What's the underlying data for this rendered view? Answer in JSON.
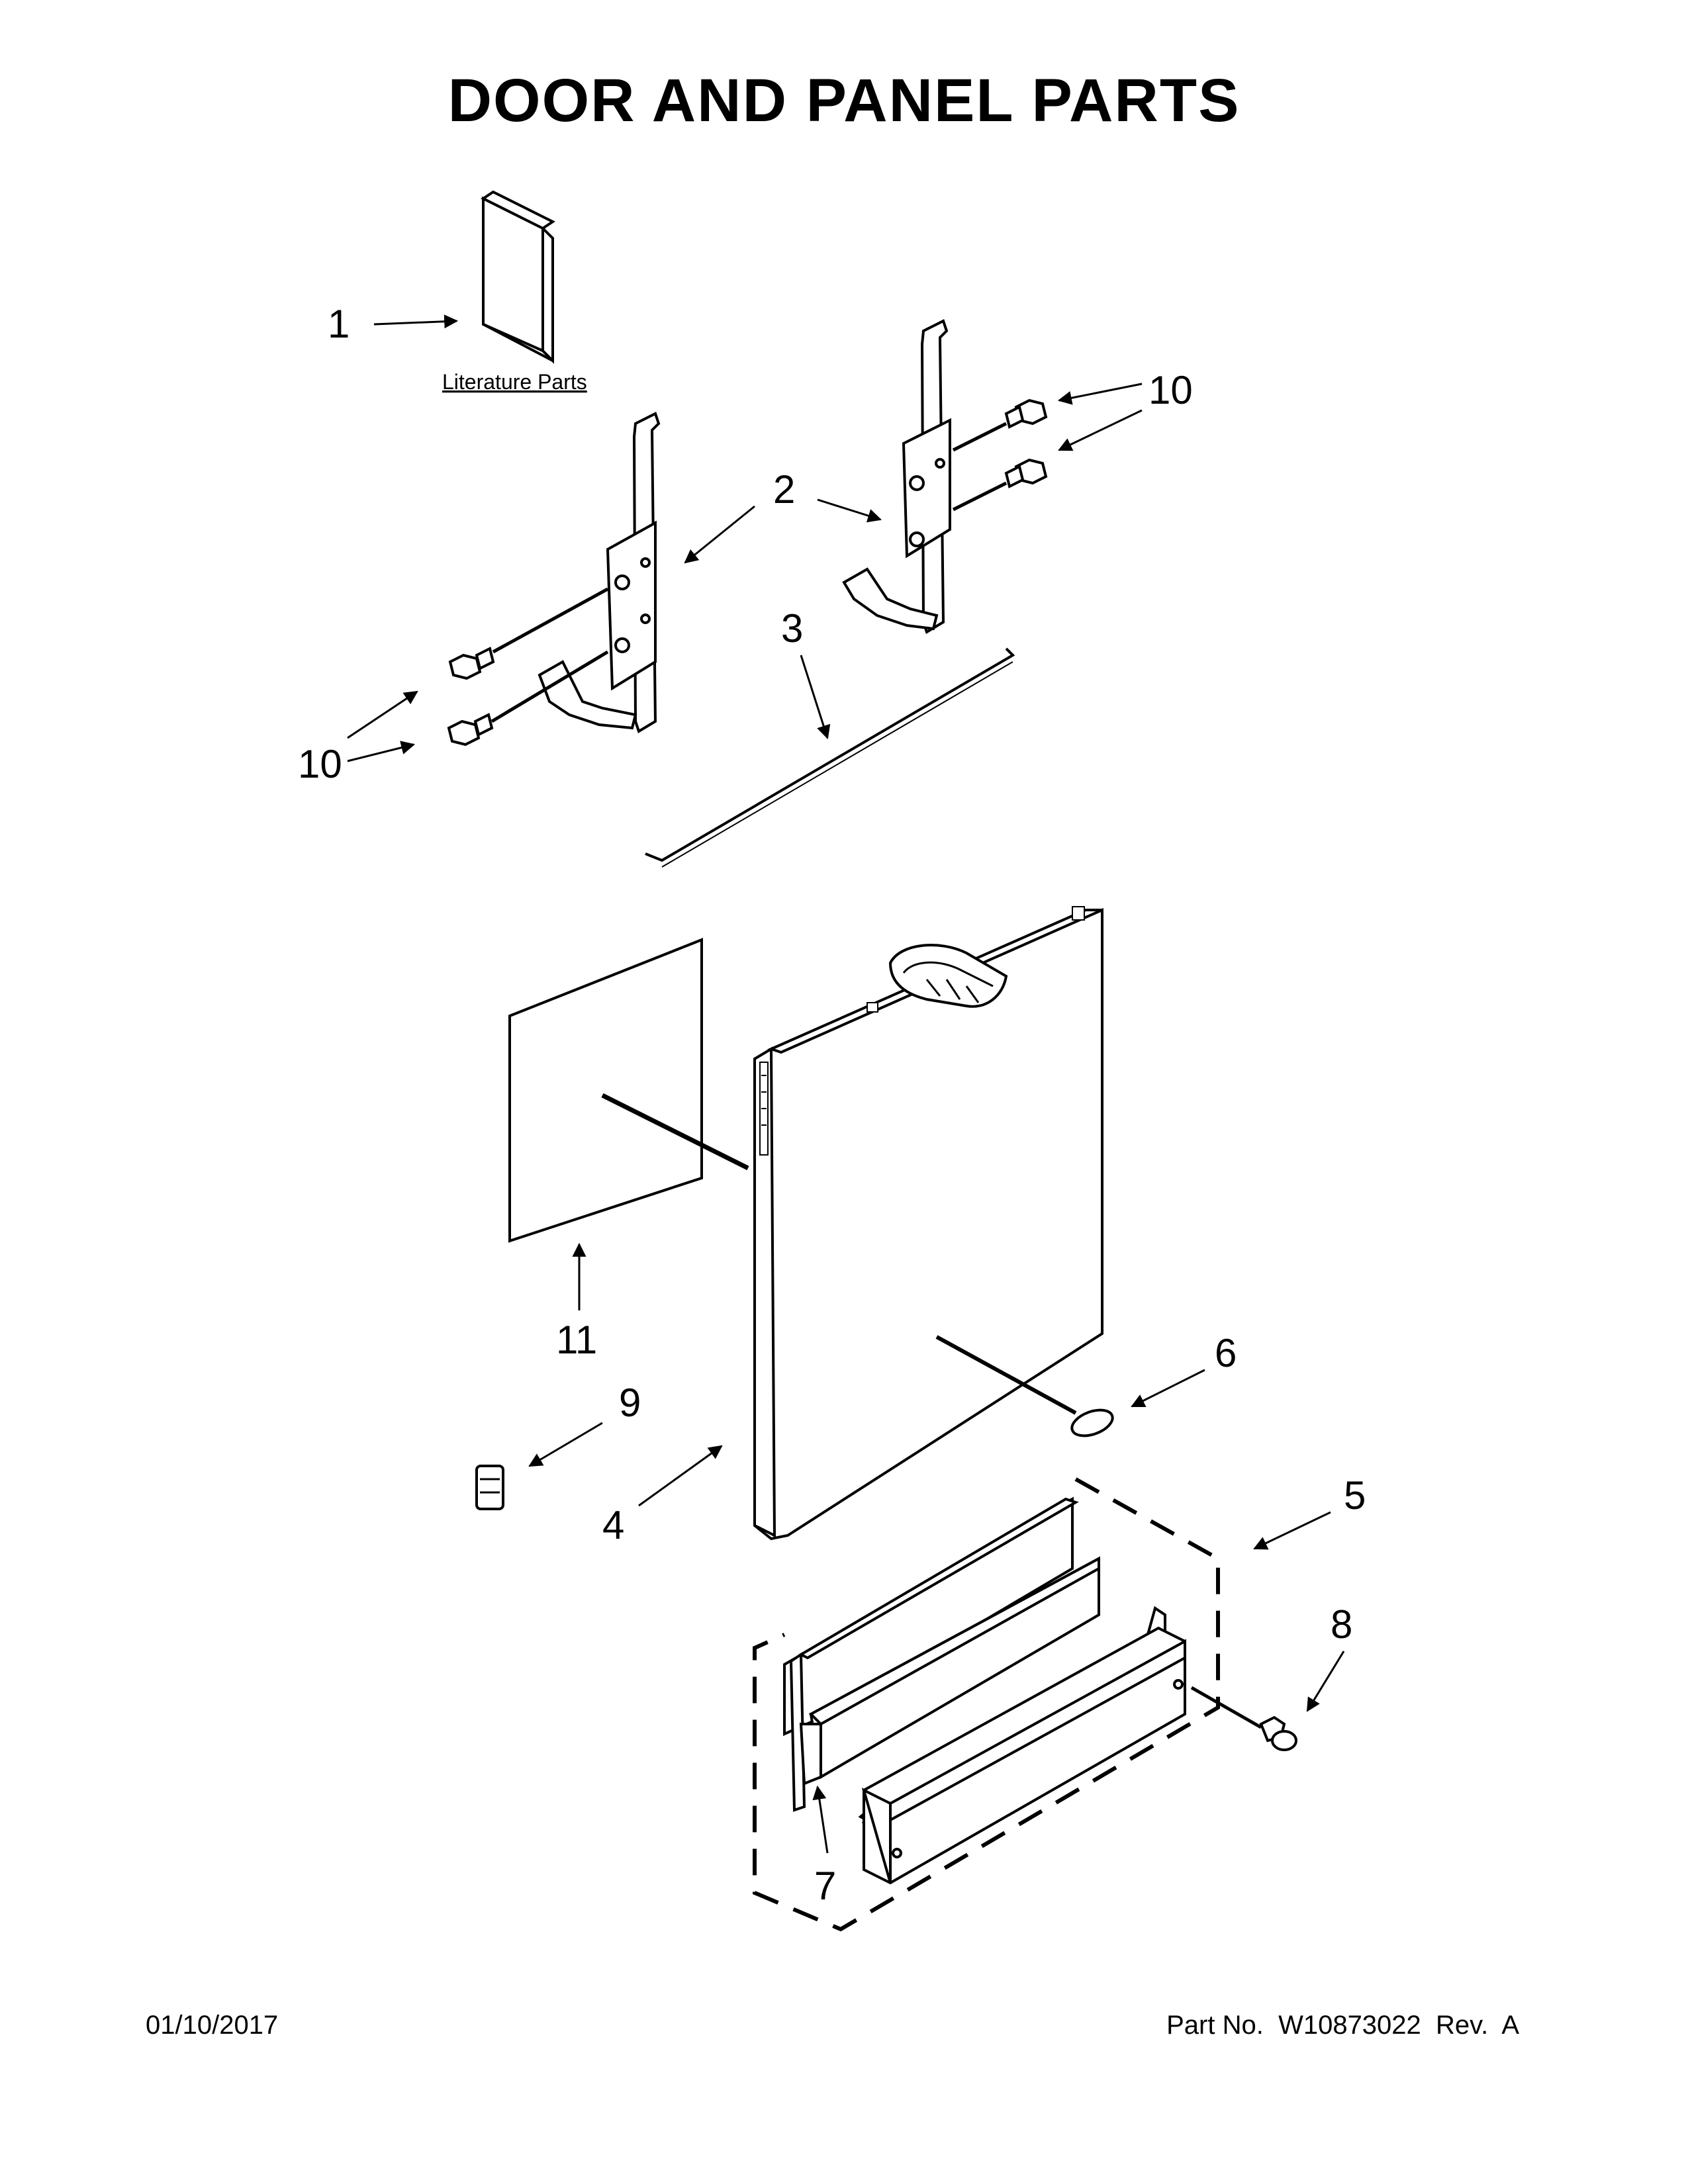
{
  "title": "DOOR AND PANEL PARTS",
  "literature_label": "Literature Parts",
  "callouts": {
    "c1": "1",
    "c2": "2",
    "c3": "3",
    "c4": "4",
    "c5": "5",
    "c6": "6",
    "c7": "7",
    "c8": "8",
    "c9": "9",
    "c10a": "10",
    "c10b": "10",
    "c11": "11"
  },
  "footer": {
    "date": "01/10/2017",
    "part_no": "Part No.  W10873022  Rev.  A"
  }
}
